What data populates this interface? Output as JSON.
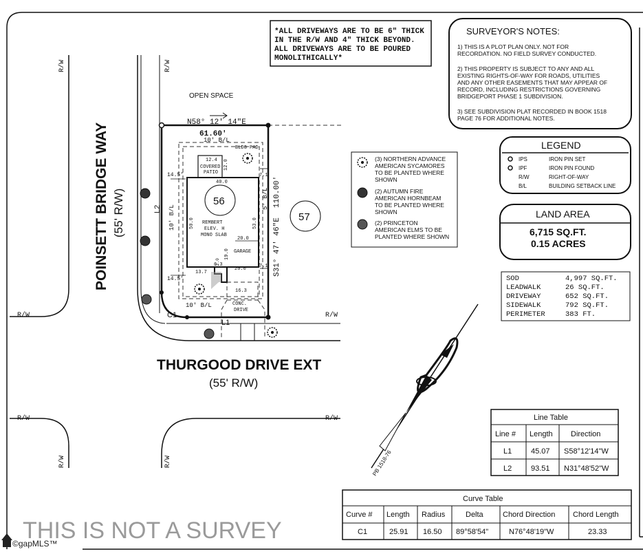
{
  "driveway_note": [
    "*ALL DRIVEWAYS ARE TO BE 6\" THICK",
    "IN THE R/W AND 4\" THICK BEYOND.",
    "ALL DRIVEWAYS ARE TO BE POURED",
    "MONOLITHICALLY*"
  ],
  "surveyor": {
    "title": "SURVEYOR'S NOTES:",
    "lines": [
      "1) THIS IS A PLOT PLAN ONLY. NOT FOR",
      "RECORDATION. NO FIELD SURVEY CONDUCTED.",
      "2) THIS PROPERTY IS SUBJECT TO ANY AND ALL",
      "EXISTING RIGHTS-OF-WAY FOR ROADS, UTILITIES",
      "AND ANY OTHER EASEMENTS THAT MAY APPEAR OF",
      "RECORD, INCLUDING RESTRICTIONS GOVERNING",
      "BRIDGEPORT PHASE 1  SUBDIVISION.",
      "3) SEE SUBDIVISION PLAT RECORDED IN BOOK 1518",
      "PAGE 76 FOR ADDITIONAL NOTES."
    ]
  },
  "legend": {
    "title": "LEGEND",
    "items": [
      {
        "code": "IPS",
        "desc": "IRON PIN SET"
      },
      {
        "code": "IPF",
        "desc": "IRON PIN FOUND"
      },
      {
        "code": "R/W",
        "desc": "RIGHT-OF-WAY"
      },
      {
        "code": "B/L",
        "desc": "BUILDING SETBACK LINE"
      }
    ]
  },
  "land_area": {
    "title": "LAND AREA",
    "sqft": "6,715 SQ.FT.",
    "acres": "0.15 ACRES"
  },
  "areas": [
    {
      "label": "SOD",
      "value": "4,997 SQ.FT."
    },
    {
      "label": "LEADWALK",
      "value": "26 SQ.FT."
    },
    {
      "label": "DRIVEWAY",
      "value": "652 SQ.FT."
    },
    {
      "label": "SIDEWALK",
      "value": "792 SQ.FT."
    },
    {
      "label": "PERIMETER",
      "value": "383 FT."
    }
  ],
  "trees": [
    [
      "(3) NORTHERN ADVANCE",
      "AMERICAN SYCAMORES",
      "TO BE PLANTED WHERE",
      "SHOWN"
    ],
    [
      "(2) AUTUMN FIRE",
      "AMERICAN HORNBEAM",
      "TO BE PLANTED WHERE",
      "SHOWN"
    ],
    [
      "(2) PRINCETON",
      "AMERICAN ELMS TO BE",
      "PLANTED WHERE SHOWN"
    ]
  ],
  "line_table": {
    "title": "Line Table",
    "headers": [
      "Line #",
      "Length",
      "Direction"
    ],
    "rows": [
      [
        "L1",
        "45.07",
        "S58°12'14\"W"
      ],
      [
        "L2",
        "93.51",
        "N31°48'52\"W"
      ]
    ]
  },
  "curve_table": {
    "title": "Curve Table",
    "headers": [
      "Curve #",
      "Length",
      "Radius",
      "Delta",
      "Chord Direction",
      "Chord Length"
    ],
    "rows": [
      [
        "C1",
        "25.91",
        "16.50",
        "89°58'54\"",
        "N76°48'19\"W",
        "23.33"
      ]
    ]
  },
  "street_poinsett": "POINSETT BRIDGE WAY",
  "street_thurgood": "THURGOOD DRIVE EXT",
  "row_55": "(55' R/W)",
  "rw": "R/W",
  "open_space": "OPEN SPACE",
  "north_bearing": "N58° 12' 14\"E",
  "north_length": "61.60'",
  "east_bearing": "S31° 47' 46\"E",
  "east_length": "110.00'",
  "lot": "56",
  "lot_next": "57",
  "bl10": "10' B/L",
  "bl5": "5' B/L",
  "bldg_pad": "BLDG PAD",
  "patio": [
    "COVERED",
    "PATIO"
  ],
  "patio_dims": [
    "12.4",
    "12.0"
  ],
  "house": [
    "REMBERT",
    "ELEV. H",
    "MONO SLAB"
  ],
  "garage": "GARAGE",
  "dims": {
    "d40": "40.0",
    "d50": "50.0",
    "d53": "53.0",
    "d20a": "20.0",
    "d20b": "20.0",
    "d19": "19.0",
    "d6": "6.3",
    "d137": "13.7",
    "d7a": "7.1",
    "d7b": "7.1",
    "d145a": "14.5'",
    "d145b": "14.5'",
    "d163": "16.3",
    "d2": "2.0"
  },
  "conc": [
    "CONC.",
    "DRIVE"
  ],
  "l1": "L1",
  "l2": "L2",
  "c1": "C1",
  "plat_ref": "PB 1518-76",
  "watermark": "THIS IS NOT A SURVEY",
  "mls": "©gарMLS™"
}
